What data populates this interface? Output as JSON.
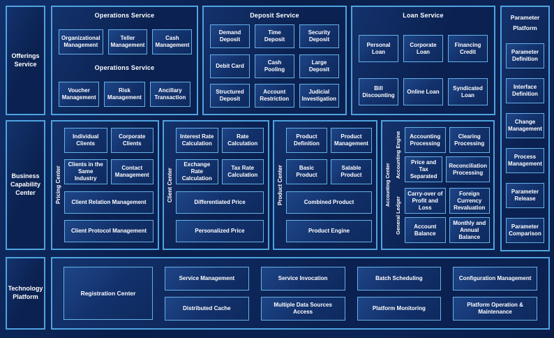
{
  "colors": {
    "background": "#0a1d49",
    "panel_fill": "#0b2355",
    "box_fill": "#14366e",
    "border_light_blue": "#4fa3e0",
    "text": "#ffffff"
  },
  "left_rail": {
    "offerings": "Offerings Service",
    "business": "Business Capability Center",
    "technology": "Technology Platform"
  },
  "operations": {
    "title": "Operations Service",
    "subtitle": "Operations Service",
    "row1": [
      "Organizational Management",
      "Teller Management",
      "Cash Management"
    ],
    "row2": [
      "Voucher Management",
      "Risk Management",
      "Ancillary Transaction"
    ]
  },
  "deposit": {
    "title": "Deposit Service",
    "boxes": [
      "Demand Deposit",
      "Time Deposit",
      "Security Deposit",
      "Debit Card",
      "Cash Pooling",
      "Large Deposit",
      "Structured Deposit",
      "Account Restriction",
      "Judicial Investigation"
    ]
  },
  "loan": {
    "title": "Loan Service",
    "boxes": [
      "Personal Loan",
      "Corporate Loan",
      "Financing Credit",
      "Bill Discounting",
      "Online Loan",
      "Syndicated Loan"
    ]
  },
  "parameter": {
    "title": "Parameter Platform",
    "boxes": [
      "Parameter Definition",
      "Interface Definition",
      "Change Management",
      "Process Management",
      "Parameter Release",
      "Parameter Comparison"
    ]
  },
  "pricing": {
    "label": "Pricing Center",
    "small_boxes": [
      "Individual Clients",
      "Corporate Clients",
      "Clients in the Same Industry",
      "Contact Management"
    ],
    "wide_boxes": [
      "Client Relation Management",
      "Client Protocol Management"
    ]
  },
  "client": {
    "label": "Client Center",
    "small_boxes": [
      "Interest Rate Calculation",
      "Rate Calculation",
      "Exchange Rate Calculation",
      "Tax Rate Calculation"
    ],
    "wide_boxes": [
      "Differentiated Price",
      "Personalized Price"
    ]
  },
  "product": {
    "label": "Product Center",
    "small_boxes": [
      "Product Definition",
      "Product Management",
      "Basic Product",
      "Salable Product"
    ],
    "wide_boxes": [
      "Combined Product",
      "Product Engine"
    ]
  },
  "accounting": {
    "label": "Accounting Center",
    "groups": [
      {
        "label": "Accounting Engine",
        "boxes": [
          "Accounting Processing",
          "Clearing Processing",
          "Price and Tax Separated",
          "Reconciliation Processing"
        ]
      },
      {
        "label": "General Ledger",
        "boxes": [
          "Carry-over of Profit and Loss",
          "Foreign Currency Revaluation",
          "Account Balance",
          "Monthly and Annual Balance"
        ]
      }
    ]
  },
  "technology": {
    "registration": "Registration Center",
    "grid": [
      [
        "Service Management",
        "Distributed Cache"
      ],
      [
        "Service Invocation",
        "Multiple Data Sources Access"
      ],
      [
        "Batch Scheduling",
        "Platform Monitoring"
      ],
      [
        "Configuration Management",
        "Platform Operation & Maintenance"
      ]
    ]
  }
}
